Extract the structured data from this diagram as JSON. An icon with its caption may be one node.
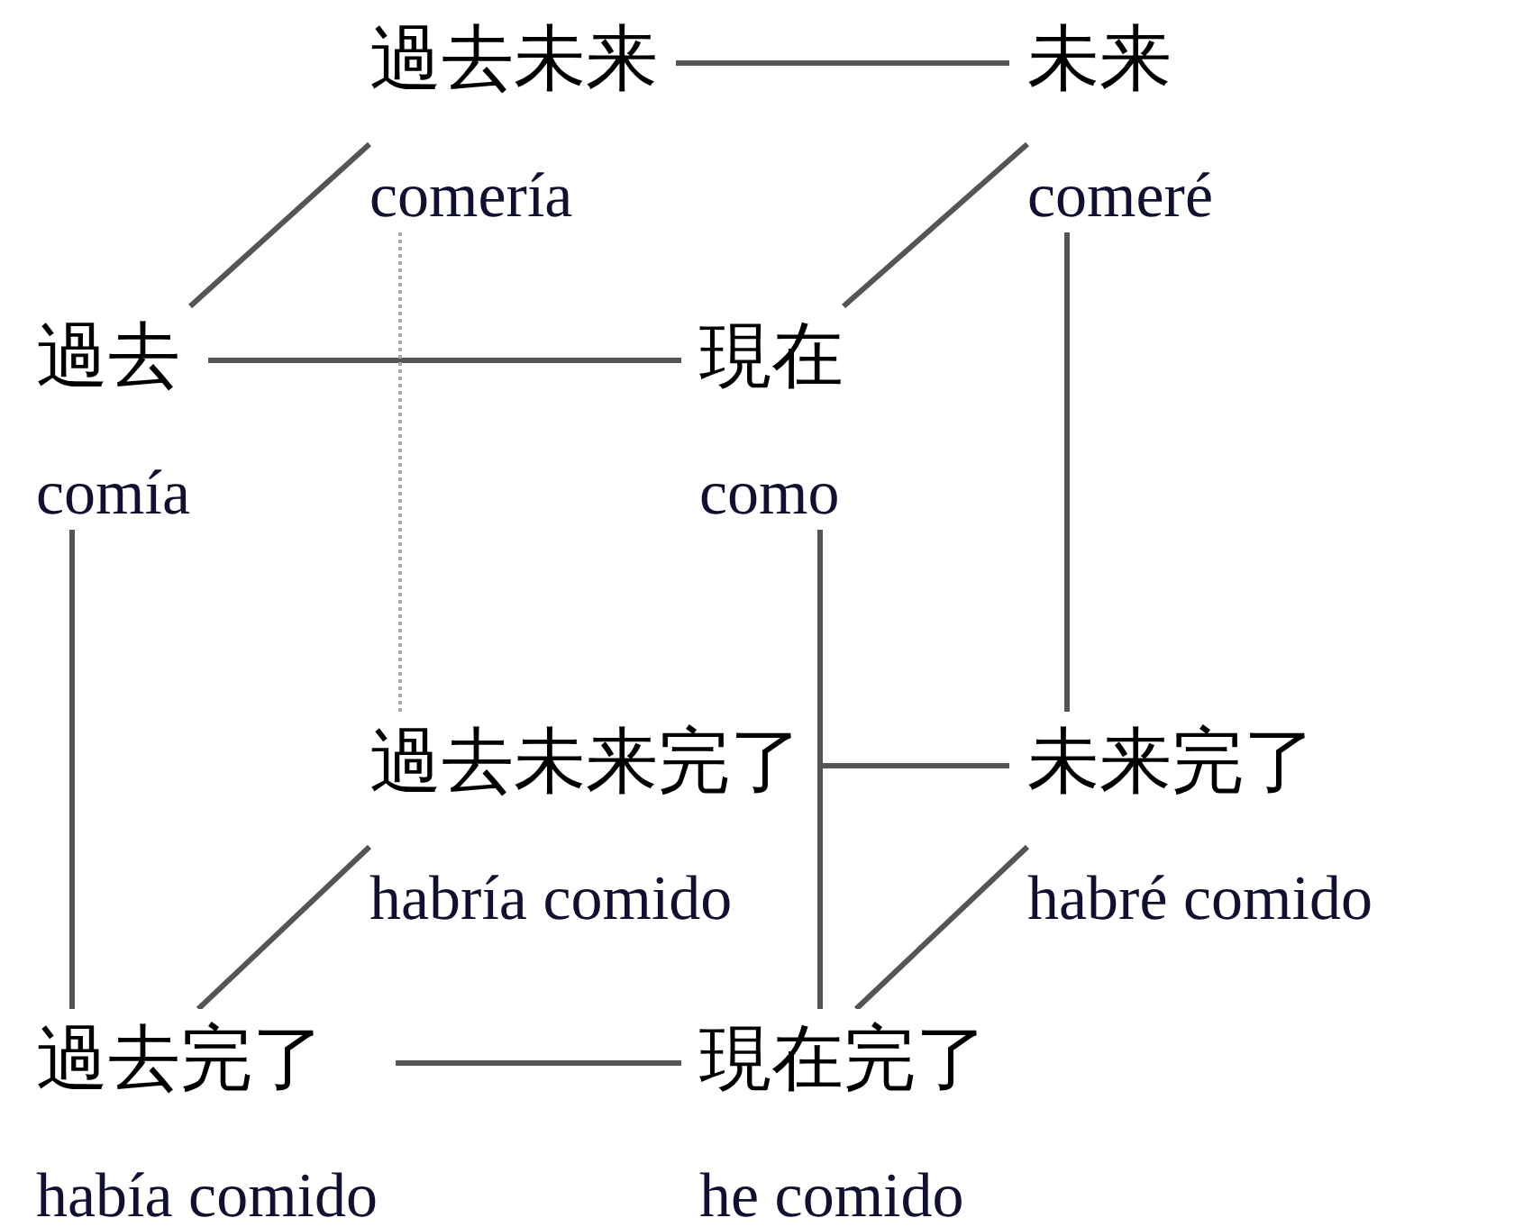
{
  "diagram": {
    "nodes": [
      {
        "text": [
          "過去未来",
          "comería"
        ]
      },
      {
        "text": [
          "未来",
          "comeré"
        ]
      },
      {
        "text": [
          "過去",
          "comía"
        ]
      },
      {
        "text": [
          "現在",
          "como"
        ]
      },
      {
        "text": [
          "過去未来完了",
          "habría comido"
        ]
      },
      {
        "text": [
          "未来完了",
          "habré comido"
        ]
      },
      {
        "text": [
          "過去完了",
          "había comido"
        ]
      },
      {
        "text": [
          "現在完了",
          "he comido"
        ]
      }
    ],
    "edges": [
      {
        "from": 0,
        "to": 1,
        "arrow": "none"
      },
      {
        "from": 0,
        "to": 2,
        "arrow": "none"
      },
      {
        "from": 1,
        "to": 3,
        "arrow": "none"
      },
      {
        "from": 2,
        "to": 3,
        "arrow": "none"
      },
      {
        "from": 0,
        "to": 4,
        "arrow": "none",
        "style": "dashed",
        "color": "#aaaaaa"
      },
      {
        "from": 1,
        "to": 5,
        "arrow": "none"
      },
      {
        "from": 2,
        "to": 6,
        "arrow": "none"
      },
      {
        "from": 3,
        "to": 7,
        "arrow": "none"
      },
      {
        "from": 4,
        "to": 5,
        "arrow": "none"
      },
      {
        "from": 4,
        "to": 6,
        "arrow": "none"
      },
      {
        "from": 5,
        "to": 7,
        "arrow": "none"
      },
      {
        "from": 6,
        "to": 7,
        "arrow": "none"
      }
    ]
  }
}
